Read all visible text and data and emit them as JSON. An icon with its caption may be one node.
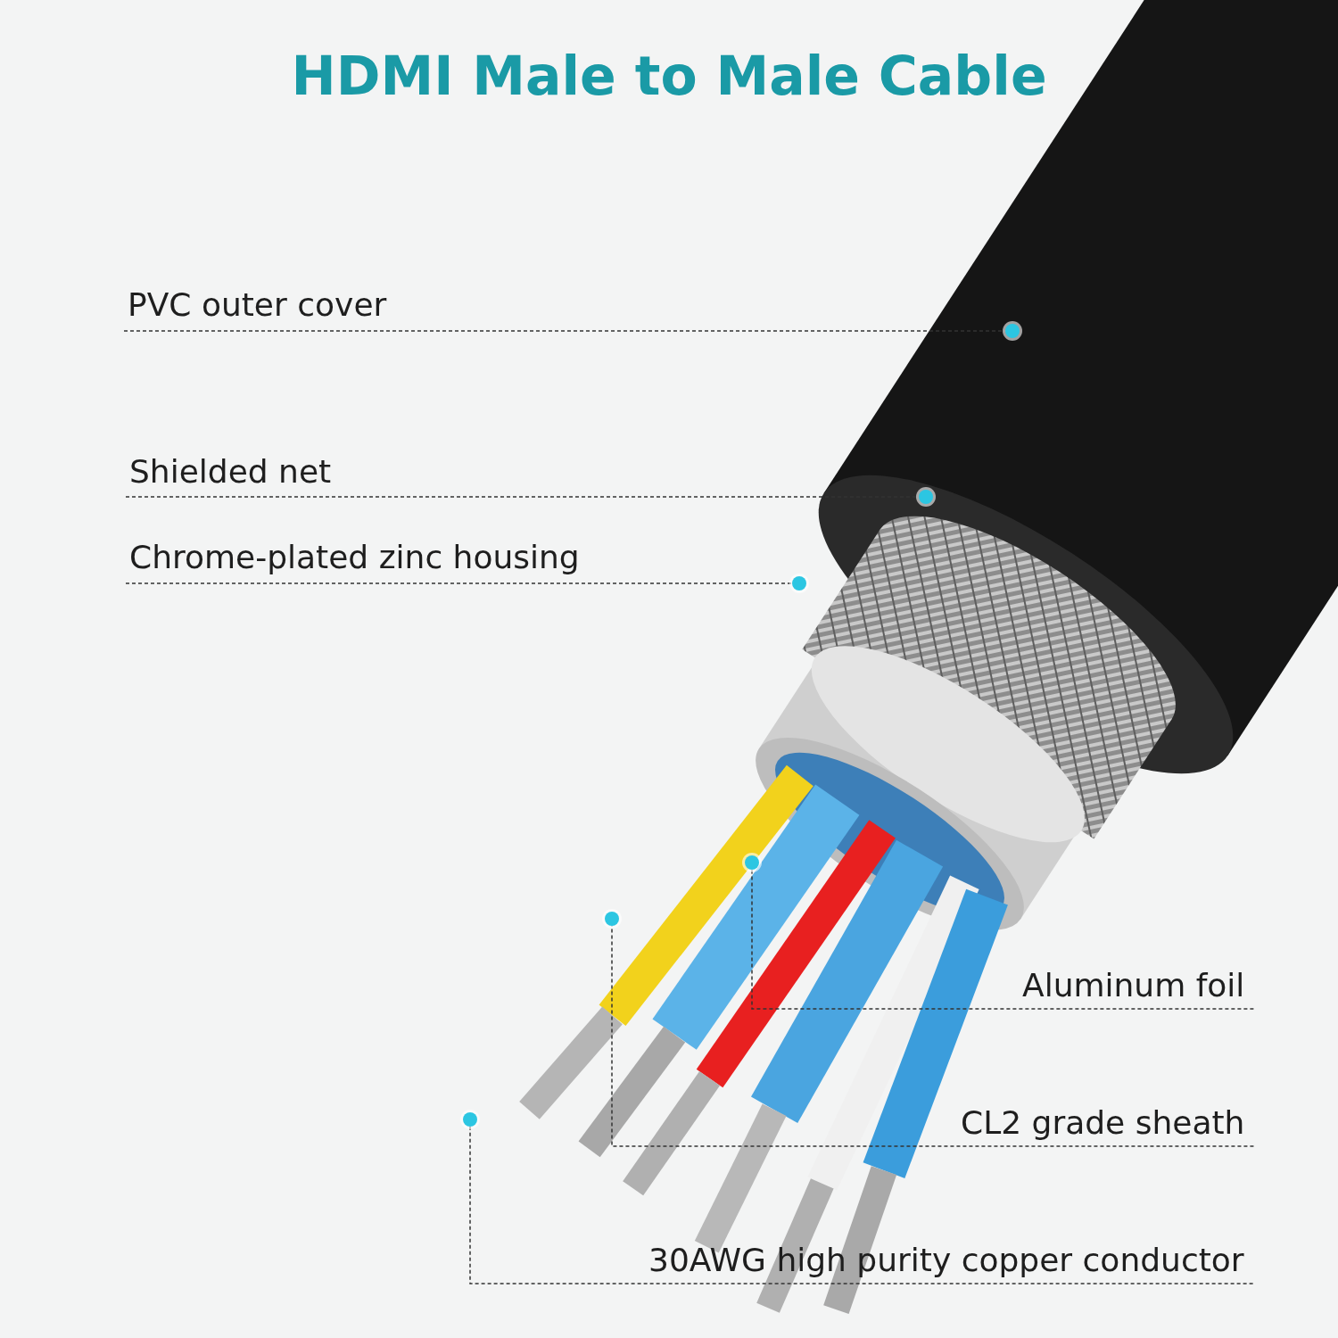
{
  "diagram": {
    "title": "HDMI Male to Male Cable",
    "nodes": [
      {
        "text": [
          "PVC outer cover"
        ]
      },
      {
        "text": [
          "Shielded net"
        ]
      },
      {
        "text": [
          "Chrome-plated zinc housing"
        ]
      },
      {
        "text": [
          "Aluminum foil"
        ]
      },
      {
        "text": [
          "CL2 grade sheath"
        ]
      },
      {
        "text": [
          "30AWG high purity copper conductor"
        ]
      },
      {
        "text": [],
        "shape": "circle"
      },
      {
        "text": [],
        "shape": "circle"
      },
      {
        "text": [],
        "shape": "circle"
      },
      {
        "text": [],
        "shape": "circle"
      },
      {
        "text": [],
        "shape": "circle"
      },
      {
        "text": [],
        "shape": "circle"
      }
    ],
    "edges": [
      {
        "from": 0,
        "to": 6,
        "arrow": "none",
        "style": "dashed"
      },
      {
        "from": 1,
        "to": 7,
        "arrow": "none",
        "style": "dashed"
      },
      {
        "from": 2,
        "to": 8,
        "arrow": "none",
        "style": "dashed"
      },
      {
        "from": 3,
        "to": 9,
        "arrow": "none",
        "style": "dashed"
      },
      {
        "from": 4,
        "to": 10,
        "arrow": "none",
        "style": "dashed"
      },
      {
        "from": 5,
        "to": 11,
        "arrow": "none",
        "style": "dashed"
      }
    ]
  }
}
